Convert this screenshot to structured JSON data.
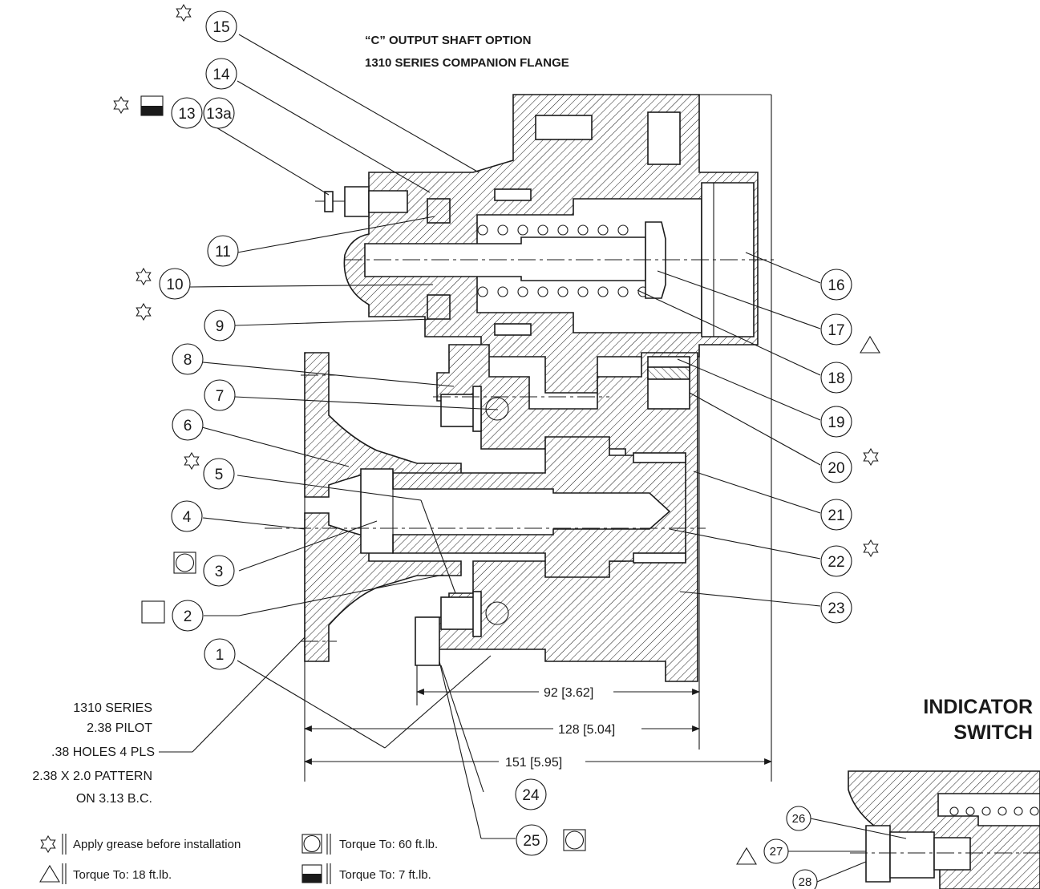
{
  "title": {
    "line1": "“C” OUTPUT SHAFT OPTION",
    "line2": "1310 SERIES COMPANION FLANGE"
  },
  "callouts": [
    "15",
    "14",
    "13",
    "13a",
    "11",
    "10",
    "9",
    "8",
    "7",
    "6",
    "5",
    "4",
    "3",
    "2",
    "1",
    "16",
    "17",
    "18",
    "19",
    "20",
    "21",
    "22",
    "23",
    "24",
    "25",
    "26",
    "27",
    "28"
  ],
  "markers": {
    "grease": [
      "15",
      "13",
      "10",
      "9",
      "5",
      "20",
      "22"
    ],
    "torque_60": [
      "3",
      "25"
    ],
    "torque_18": [
      "17",
      "27"
    ],
    "torque_7": [
      "13"
    ],
    "square_plain": [
      "2"
    ]
  },
  "dimensions": {
    "d92": "92 [3.62]",
    "d128": "128 [5.04]",
    "d151": "151 [5.95]"
  },
  "flange_note": [
    "1310 SERIES",
    "2.38 PILOT",
    ".38 HOLES 4 PLS",
    "2.38 X 2.0 PATTERN",
    "ON 3.13 B.C."
  ],
  "indicator": {
    "line1": "INDICATOR",
    "line2": "SWITCH"
  },
  "legend": {
    "grease": "Apply grease before installation",
    "torque_18": "Torque To: 18 ft.lb.",
    "torque_60": "Torque To: 60 ft.lb.",
    "torque_7": "Torque To: 7 ft.lb."
  }
}
